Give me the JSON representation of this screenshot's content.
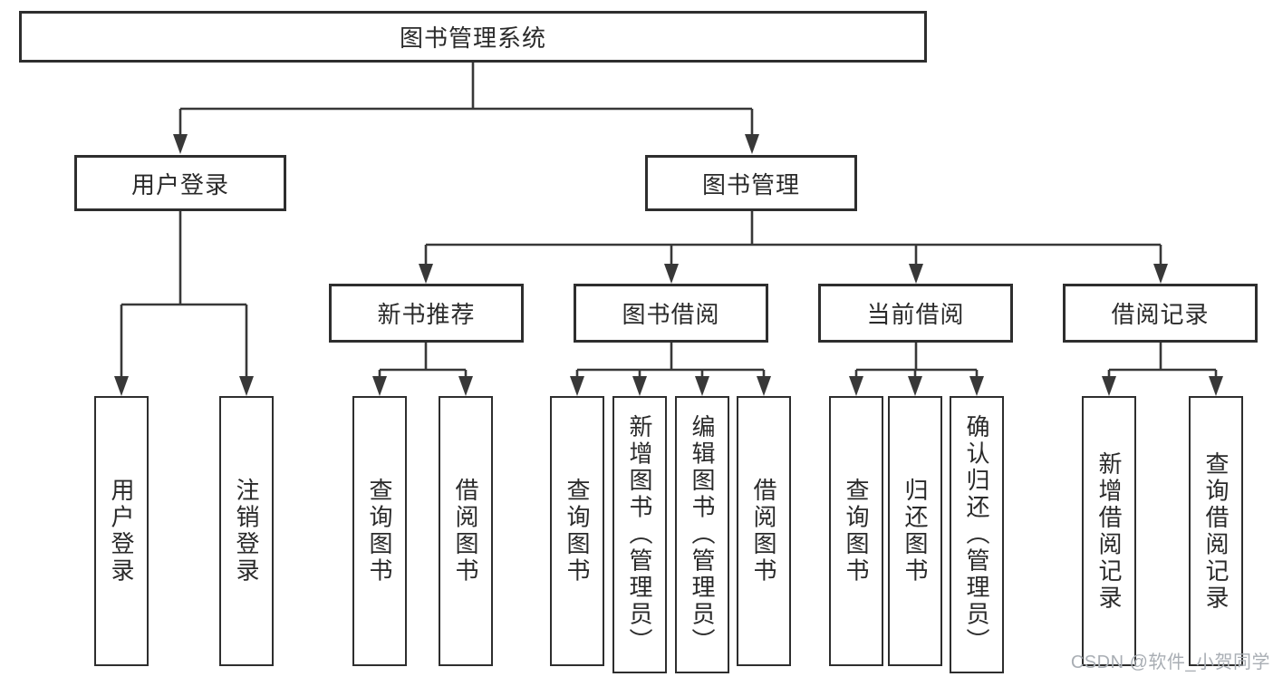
{
  "diagram": {
    "root": {
      "label": "图书管理系统"
    },
    "level2": [
      {
        "label": "用户登录"
      },
      {
        "label": "图书管理"
      }
    ],
    "level3": [
      {
        "label": "新书推荐"
      },
      {
        "label": "图书借阅"
      },
      {
        "label": "当前借阅"
      },
      {
        "label": "借阅记录"
      }
    ],
    "leaves": {
      "user_login": [
        {
          "label": "用户登录"
        },
        {
          "label": "注销登录"
        }
      ],
      "new_book_recommend": [
        {
          "label": "查询图书"
        },
        {
          "label": "借阅图书"
        }
      ],
      "book_borrowing": [
        {
          "label": "查询图书"
        },
        {
          "label": "新增图书（管理员）"
        },
        {
          "label": "编辑图书（管理员）"
        },
        {
          "label": "借阅图书"
        }
      ],
      "current_borrowing": [
        {
          "label": "查询图书"
        },
        {
          "label": "归还图书"
        },
        {
          "label": "确认归还（管理员）"
        }
      ],
      "borrow_records": [
        {
          "label": "新增借阅记录"
        },
        {
          "label": "查询借阅记录"
        }
      ]
    }
  },
  "watermark": {
    "text": "CSDN @软件_小贺同学"
  },
  "colors": {
    "line": "#383838",
    "box_border": "#2e2e2e",
    "text": "#2a2a2a",
    "watermark": "#a9aeb4"
  }
}
